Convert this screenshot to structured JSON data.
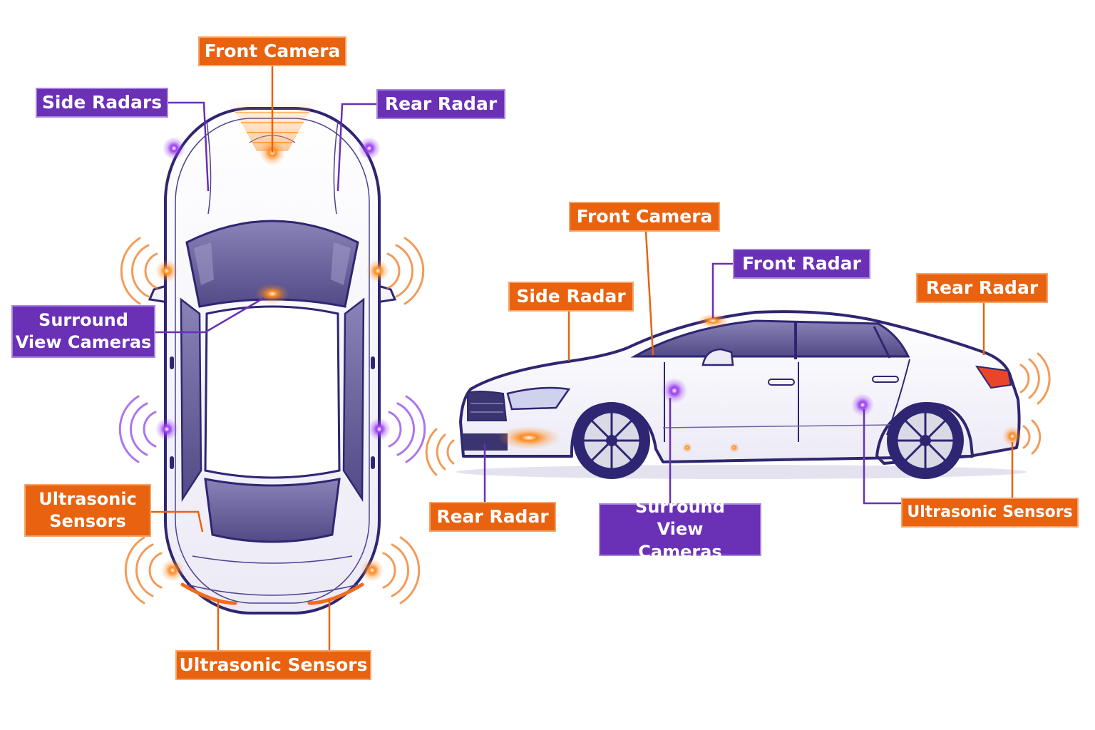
{
  "colors": {
    "orange": "#e8620f",
    "purple": "#6a30b6",
    "outline": "#2e2672",
    "glass": "#7c75a8"
  },
  "top_view": {
    "front_camera": "Front Camera",
    "side_radars": "Side Radars",
    "rear_radar": "Rear Radar",
    "surround_view_cameras": "Surround View Cameras",
    "ultrasonic_sensors_left": "Ultrasonic Sensors",
    "ultrasonic_sensors_bottom": "Ultrasonic Sensors"
  },
  "side_view": {
    "front_camera": "Front Camera",
    "front_radar": "Front Radar",
    "side_radar": "Side Radar",
    "rear_radar_right": "Rear Radar",
    "rear_radar_bottom": "Rear Radar",
    "surround_view_cameras": "Surround View Cameras",
    "ultrasonic_sensors": "Ultrasonic Sensors"
  }
}
